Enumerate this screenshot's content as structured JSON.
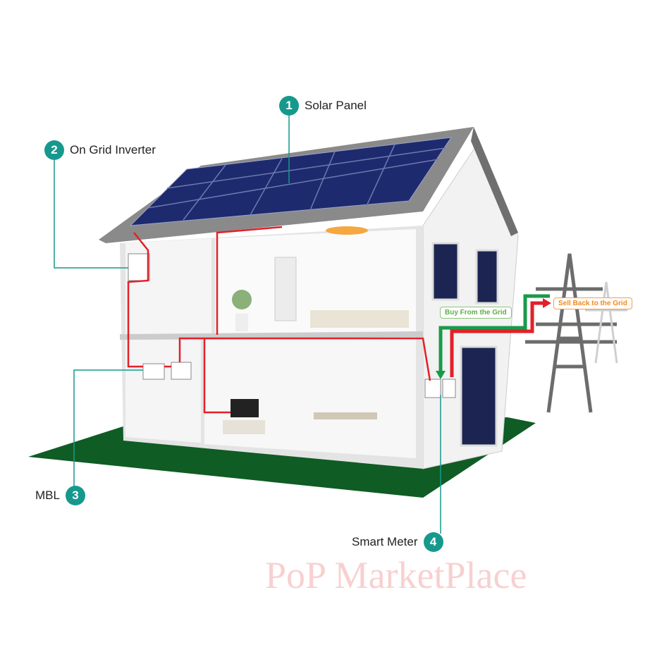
{
  "callouts": [
    {
      "num": "1",
      "label": "Solar Panel"
    },
    {
      "num": "2",
      "label": "On Grid Inverter"
    },
    {
      "num": "3",
      "label": "MBL"
    },
    {
      "num": "4",
      "label": "Smart Meter"
    }
  ],
  "grid_labels": {
    "buy": "Buy From the Grid",
    "sell": "Sell Back to the Grid"
  },
  "watermark": "PoP MarketPlace",
  "colors": {
    "teal": "#16998c",
    "buy": "#1a9a48",
    "sell": "#e3202a",
    "sell_text": "#f08a24",
    "ground": "#0f5c24"
  }
}
